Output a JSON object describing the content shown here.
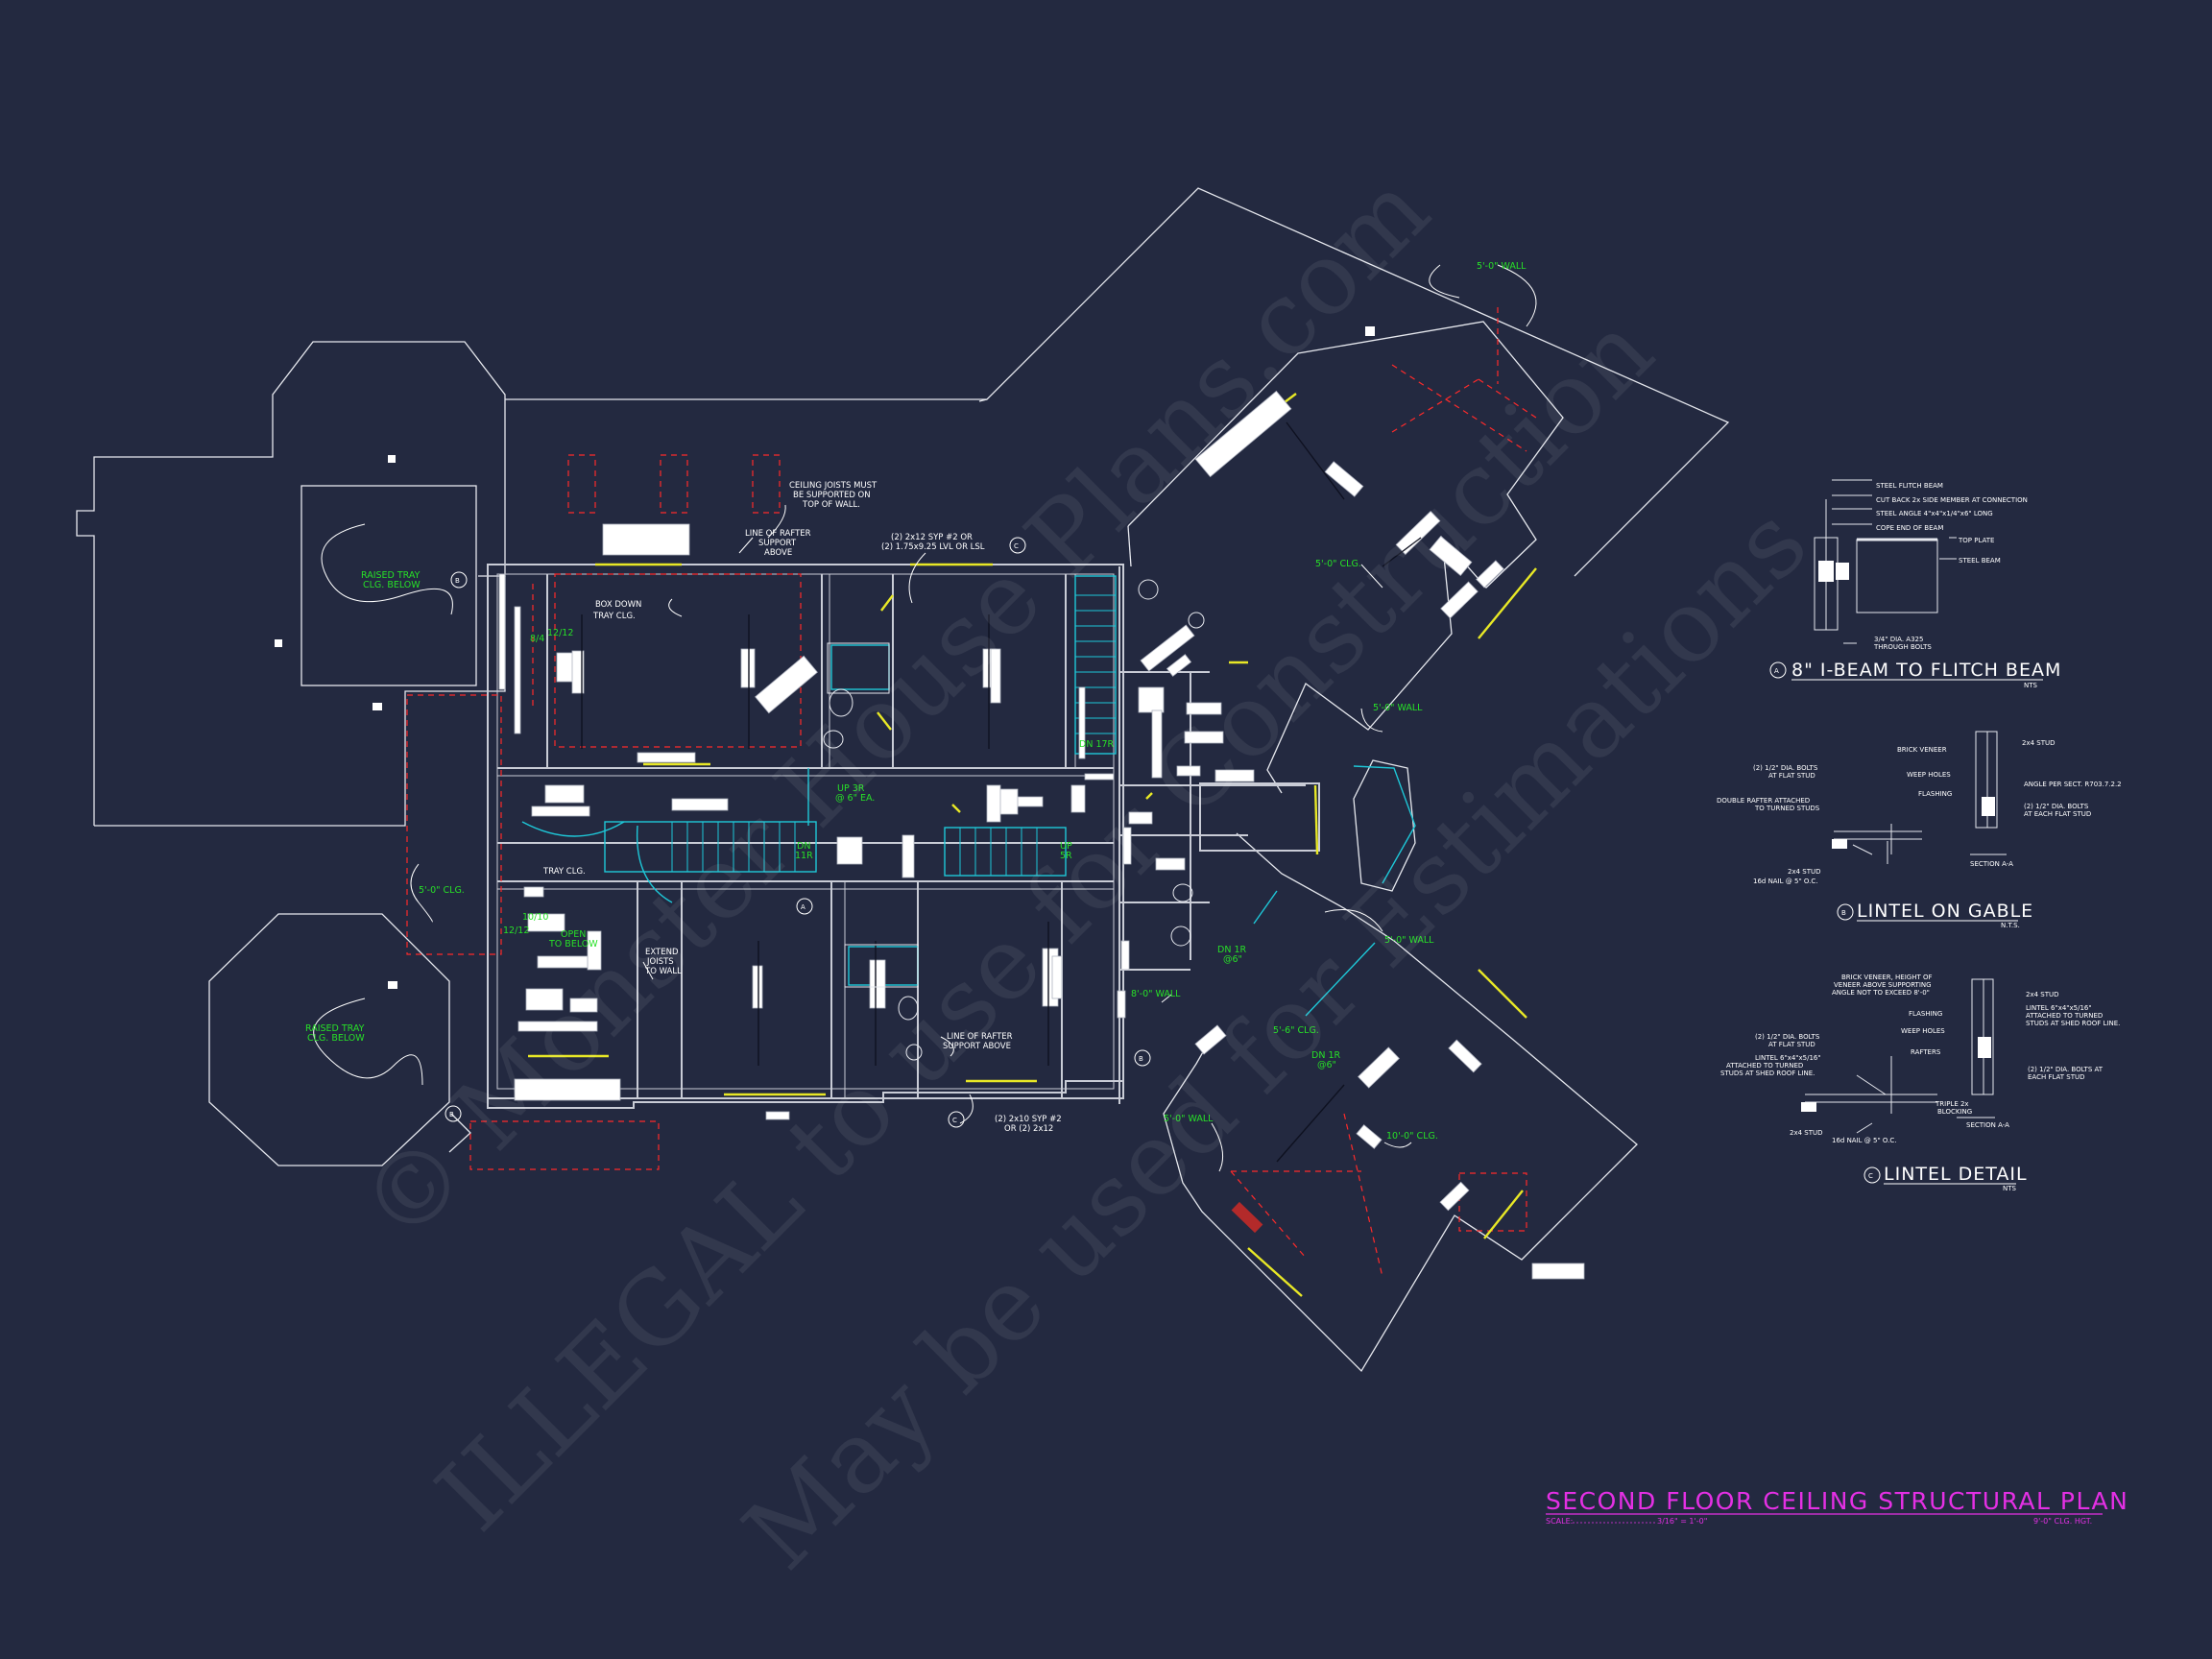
{
  "sheet": {
    "title": "SECOND FLOOR CEILING STRUCTURAL PLAN",
    "scale_label": "SCALE:",
    "scale_value": "3/16\" = 1'-0\"",
    "ceiling_height": "9'-0\" CLG. HGT."
  },
  "watermark": {
    "line1": "© Monster House Plans.com",
    "line2": "ILLEGAL to use for Construction",
    "line3": "May be used for Estimations"
  },
  "plan_notes": {
    "ceiling_joists": [
      "CEILING JOISTS MUST",
      "BE SUPPORTED ON",
      "TOP OF WALL."
    ],
    "line_of_rafter_top": [
      "LINE OF RAFTER",
      "SUPPORT",
      "ABOVE"
    ],
    "beam_top": [
      "(2) 2x12 SYP #2 OR",
      "(2) 1.75x9.25 LVL OR LSL"
    ],
    "box_down": [
      "BOX DOWN",
      "TRAY CLG."
    ],
    "tray_clg": "TRAY CLG.",
    "extend_joists": [
      "EXTEND",
      "JOISTS",
      "TO WALL"
    ],
    "line_of_rafter_bottom": [
      "LINE OF RAFTER",
      "SUPPORT ABOVE"
    ],
    "beam_bottom": [
      "(2) 2x10 SYP #2",
      "OR (2) 2x12"
    ]
  },
  "green_labels": {
    "raised_tray_upper": [
      "RAISED TRAY",
      "CLG. BELOW"
    ],
    "raised_tray_lower": [
      "RAISED TRAY",
      "CLG. BELOW"
    ],
    "clg_left": "5'-0\" CLG.",
    "open_to_below": [
      "OPEN",
      "TO BELOW"
    ],
    "wall_top": "5'-0\" WALL",
    "clg_upper_wing": "5'-0\" CLG.",
    "wall_upper_wing": "5'-0\" WALL",
    "wall_lower_wing": "5'-0\" WALL",
    "wall_8": "8'-0\" WALL",
    "clg_lower_1": "5'-6\" CLG.",
    "clg_lower_2": "10'-0\" CLG.",
    "wall_lower_left": "5'-0\" WALL",
    "dn_17r_1": [
      "DN 17R"
    ],
    "up_3r": [
      "UP 3R",
      "@ 6\" EA."
    ],
    "dn_11r": [
      "DN",
      "11R"
    ],
    "up_5r": [
      "UP",
      "5R"
    ],
    "dn_1r_a": [
      "DN 1R",
      "@6\""
    ],
    "dn_1r_b": [
      "DN 1R",
      "@6\""
    ],
    "sizes": [
      "8/4",
      "12/12",
      "10/10",
      "12/12"
    ]
  },
  "details": {
    "a": {
      "marker": "A",
      "title": "8\" I-BEAM TO FLITCH BEAM",
      "scale": "NTS",
      "notes": [
        "STEEL FLITCH BEAM",
        "CUT BACK 2x SIDE MEMBER AT CONNECTION",
        "STEEL ANGLE 4\"x4\"x1/4\"x6\" LONG",
        "COPE END OF BEAM",
        "TOP PLATE",
        "STEEL BEAM",
        "3/4\" DIA. A325",
        "THROUGH BOLTS"
      ]
    },
    "b": {
      "marker": "B",
      "title": "LINTEL ON GABLE",
      "scale": "N.T.S.",
      "notes": [
        "BRICK VENEER",
        "2x4 STUD",
        "WEEP HOLES",
        "ANGLE PER SECT. R703.7.2.2",
        "FLASHING",
        "(2) 1/2\" DIA. BOLTS",
        "AT EACH FLAT STUD",
        "(2) 1/2\" DIA. BOLTS",
        "AT FLAT STUD",
        "DOUBLE RAFTER ATTACHED",
        "TO TURNED STUDS",
        "2x4 STUD",
        "16d NAIL @ 5\" O.C.",
        "SECTION A-A"
      ]
    },
    "c": {
      "marker": "C",
      "title": "LINTEL DETAIL",
      "scale": "NTS",
      "notes": [
        "BRICK VENEER, HEIGHT OF",
        "VENEER ABOVE SUPPORTING",
        "ANGLE NOT TO EXCEED 8'-0\"",
        "2x4 STUD",
        "LINTEL 6\"x4\"x5/16\"",
        "ATTACHED TO TURNED",
        "STUDS AT SHED ROOF LINE.",
        "FLASHING",
        "WEEP HOLES",
        "(2) 1/2\" DIA. BOLTS",
        "AT FLAT STUD",
        "LINTEL 6\"x4\"x5/16\"",
        "ATTACHED TO TURNED",
        "STUDS AT SHED ROOF LINE.",
        "RAFTERS",
        "(2) 1/2\" DIA. BOLTS AT",
        "EACH FLAT STUD",
        "TRIPLE 2x",
        "BLOCKING",
        "2x4 STUD",
        "16d NAIL @ 5\" O.C.",
        "SECTION A-A"
      ]
    }
  },
  "section_markers": {
    "b": "B",
    "c": "C",
    "a": "A"
  },
  "colors": {
    "background": "#232940",
    "lines": "#ffffff",
    "walls": "#c9ccd6",
    "hidden": "#ff2a2a",
    "stairs": "#1ec8d8",
    "notes_green": "#27e027",
    "headers": "#e8e826",
    "title": "#e430e4"
  }
}
